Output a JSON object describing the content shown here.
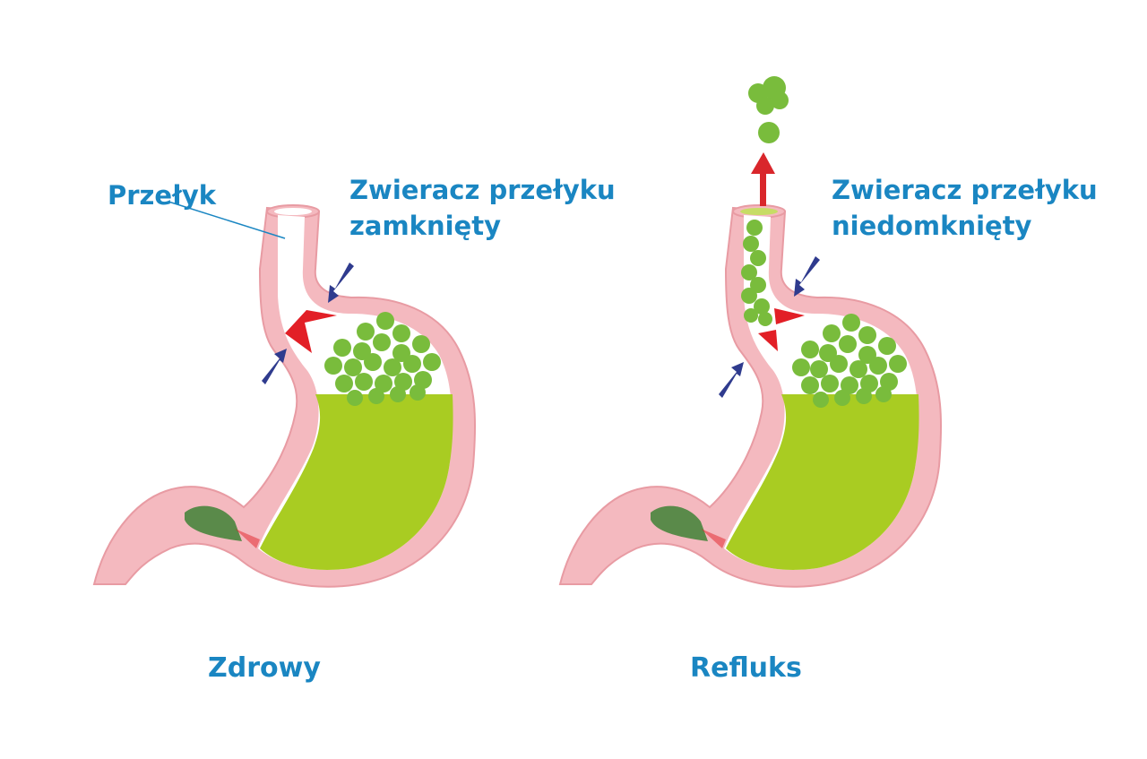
{
  "labels": {
    "esophagus": "Przełyk",
    "healthy_sphincter_line1": "Zwieracz przełyku",
    "healthy_sphincter_line2": "zamknięty",
    "reflux_sphincter_line1": "Zwieracz przełyku",
    "reflux_sphincter_line2": "niedomknięty"
  },
  "captions": {
    "healthy": "Zdrowy",
    "reflux": "Refluks"
  },
  "colors": {
    "label_text": "#1a86c2",
    "stomach_wall": "#f4b9bf",
    "stomach_wall_dark": "#e89ba3",
    "gastric_content": "#a9cc22",
    "bubbles": "#79bc3c",
    "sphincter": "#e21f26",
    "pressure_arrow": "#2f3b8e",
    "pylorus_mass": "#5a8a4a",
    "reflux_arrow": "#d9262b"
  }
}
